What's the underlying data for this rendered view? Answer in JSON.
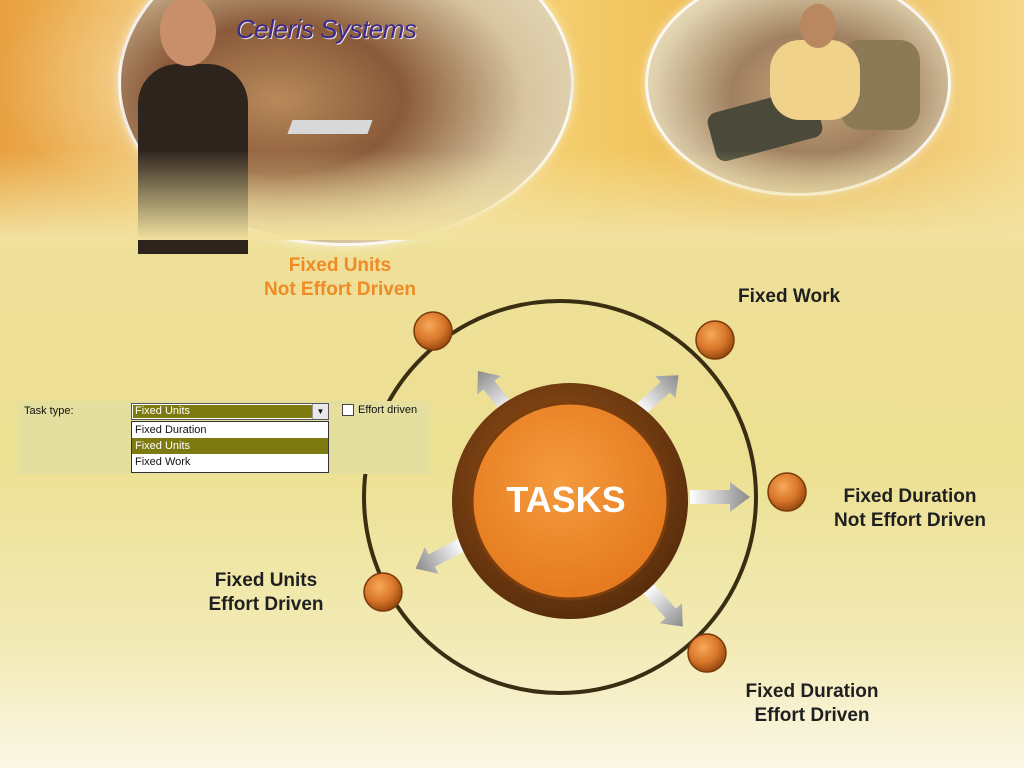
{
  "brand": {
    "name_part1": "Celeris",
    "name_part2": "Systems"
  },
  "center": {
    "label": "TASKS"
  },
  "labels": {
    "fixed_units_not_effort": [
      "Fixed Units",
      "Not Effort Driven"
    ],
    "fixed_work": [
      "Fixed Work"
    ],
    "fixed_duration_not_effort": [
      "Fixed Duration",
      "Not Effort Driven"
    ],
    "fixed_units_effort": [
      "Fixed Units",
      "Effort Driven"
    ],
    "fixed_duration_effort": [
      "Fixed Duration",
      "Effort Driven"
    ]
  },
  "task_panel": {
    "label": "Task type:",
    "selected": "Fixed Units",
    "options": [
      "Fixed Duration",
      "Fixed Units",
      "Fixed Work"
    ],
    "checkbox_label": "Effort driven"
  },
  "colors": {
    "accent_orange": "#f08a24",
    "node_orange": "#d9772a",
    "ring": "#3a2e12",
    "highlight_olive": "#7d7a10"
  }
}
